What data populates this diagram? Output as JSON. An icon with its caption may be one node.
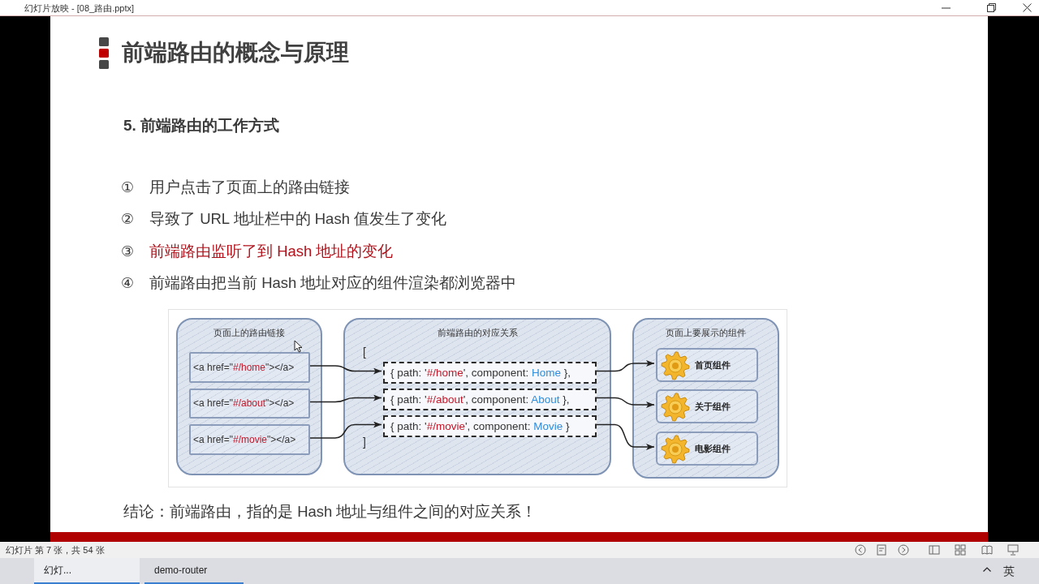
{
  "diagram": {
    "title": "前端路由的概念与原理",
    "nodes": [
      {
        "text": [
          "页面上的路由链接"
        ]
      },
      {
        "text": [
          "<a href=\"*#/home*\"></a>"
        ],
        "in": 0
      },
      {
        "text": [
          "<a href=\"*#/about*\"></a>"
        ],
        "in": 0
      },
      {
        "text": [
          "<a href=\"*#/movie*\"></a>"
        ],
        "in": 0
      },
      {
        "text": [
          "前端路由的对应关系",
          "[",
          "]"
        ]
      },
      {
        "text": [
          "{ path: '*#/home*', component: **Home** },"
        ],
        "in": 4
      },
      {
        "text": [
          "{ path: '*#/about*', component: **About** },"
        ],
        "in": 4
      },
      {
        "text": [
          "{ path: '*#/movie*', component: **Movie** }"
        ],
        "in": 4
      },
      {
        "text": [
          "页面上要展示的组件"
        ]
      },
      {
        "text": [
          "首页组件"
        ],
        "in": 8
      },
      {
        "text": [
          "关于组件"
        ],
        "in": 8
      },
      {
        "text": [
          "电影组件"
        ],
        "in": 8
      }
    ],
    "edges": [
      {
        "from": 1,
        "to": 5,
        "arrow": "to"
      },
      {
        "from": 2,
        "to": 6,
        "arrow": "to"
      },
      {
        "from": 3,
        "to": 7,
        "arrow": "to"
      },
      {
        "from": 5,
        "to": 9,
        "arrow": "to"
      },
      {
        "from": 6,
        "to": 10,
        "arrow": "to"
      },
      {
        "from": 7,
        "to": 11,
        "arrow": "to"
      }
    ],
    "labels": [
      "幻灯片放映 - [08_路由.pptx]",
      "5. 前端路由的工作方式",
      "①",
      "用户点击了页面上的路由链接",
      "②",
      "导致了 URL 地址栏中的 Hash 值发生了变化",
      "③",
      "前端路由监听了到 Hash 地址的变化",
      "④",
      "前端路由把当前 Hash 地址对应的组件渲染都浏览器中",
      "结论：前端路由，指的是 Hash 地址与组件之间的对应关系！",
      "幻灯片 第 7 张，共 54 张",
      "幻灯...",
      "demo-router",
      "英"
    ]
  }
}
